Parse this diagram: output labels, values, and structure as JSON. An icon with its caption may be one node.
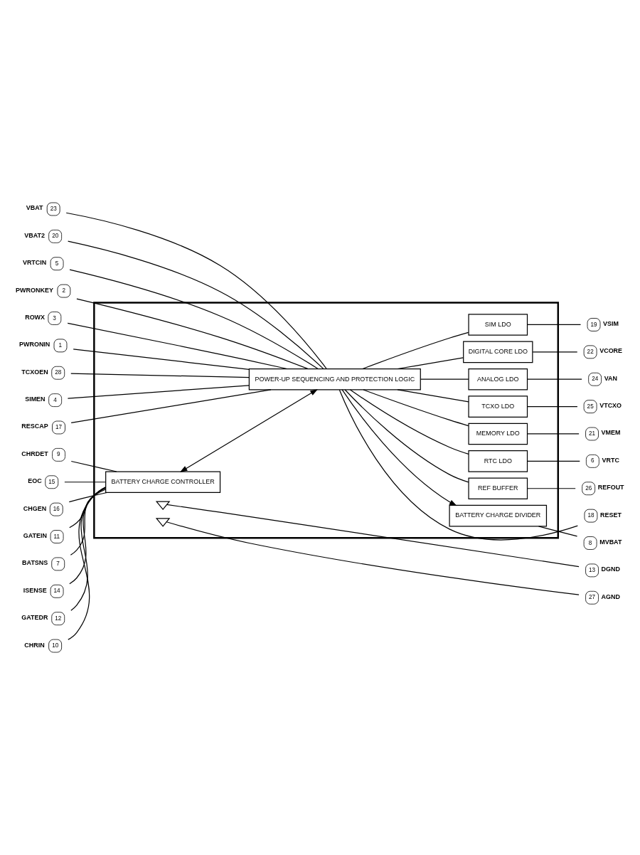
{
  "diagram": {
    "nodes": [
      {
        "text": [],
        "shape": "box"
      },
      {
        "text": [
          "POWER-UP SEQUENCING AND PROTECTION LOGIC"
        ],
        "in": 0
      },
      {
        "text": [
          "SIM LDO"
        ],
        "in": 0
      },
      {
        "text": [
          "DIGITAL CORE LDO"
        ],
        "in": 0
      },
      {
        "text": [
          "ANALOG LDO"
        ],
        "in": 0
      },
      {
        "text": [
          "TCXO LDO"
        ],
        "in": 0
      },
      {
        "text": [
          "MEMORY LDO"
        ],
        "in": 0
      },
      {
        "text": [
          "RTC LDO"
        ],
        "in": 0
      },
      {
        "text": [
          "REF BUFFER"
        ],
        "in": 0
      },
      {
        "text": [
          "BATTERY CHARGE DIVIDER"
        ],
        "in": 0
      },
      {
        "text": [
          "BATTERY CHARGE CONTROLLER"
        ],
        "in": 0
      },
      {
        "text": [
          "23"
        ],
        "beside": [
          "VBAT"
        ]
      },
      {
        "text": [
          "20"
        ],
        "beside": [
          "VBAT2"
        ]
      },
      {
        "text": [
          "5"
        ],
        "beside": [
          "VRTCIN"
        ]
      },
      {
        "text": [
          "2"
        ],
        "beside": [
          "PWRONKEY"
        ]
      },
      {
        "text": [
          "3"
        ],
        "beside": [
          "ROWX"
        ]
      },
      {
        "text": [
          "1"
        ],
        "beside": [
          "PWRONIN"
        ]
      },
      {
        "text": [
          "28"
        ],
        "beside": [
          "TCXOEN"
        ]
      },
      {
        "text": [
          "4"
        ],
        "beside": [
          "SIMEN"
        ]
      },
      {
        "text": [
          "17"
        ],
        "beside": [
          "RESCAP"
        ]
      },
      {
        "text": [
          "9"
        ],
        "beside": [
          "CHRDET"
        ]
      },
      {
        "text": [
          "15"
        ],
        "beside": [
          "EOC"
        ]
      },
      {
        "text": [
          "16"
        ],
        "beside": [
          "CHGEN"
        ]
      },
      {
        "text": [
          "11"
        ],
        "beside": [
          "GATEIN"
        ]
      },
      {
        "text": [
          "7"
        ],
        "beside": [
          "BATSNS"
        ]
      },
      {
        "text": [
          "14"
        ],
        "beside": [
          "ISENSE"
        ]
      },
      {
        "text": [
          "12"
        ],
        "beside": [
          "GATEDR"
        ]
      },
      {
        "text": [
          "10"
        ],
        "beside": [
          "CHRIN"
        ]
      },
      {
        "text": [
          "19"
        ],
        "beside": [
          "VSIM"
        ]
      },
      {
        "text": [
          "22"
        ],
        "beside": [
          "VCORE"
        ]
      },
      {
        "text": [
          "24"
        ],
        "beside": [
          "VAN"
        ]
      },
      {
        "text": [
          "25"
        ],
        "beside": [
          "VTCXO"
        ]
      },
      {
        "text": [
          "21"
        ],
        "beside": [
          "VMEM"
        ]
      },
      {
        "text": [
          "6"
        ],
        "beside": [
          "VRTC"
        ]
      },
      {
        "text": [
          "26"
        ],
        "beside": [
          "REFOUT"
        ]
      },
      {
        "text": [
          "18"
        ],
        "beside": [
          "RESET"
        ]
      },
      {
        "text": [
          "8"
        ],
        "beside": [
          "MVBAT"
        ]
      },
      {
        "text": [
          "13"
        ],
        "beside": [
          "DGND"
        ]
      },
      {
        "text": [
          "27"
        ],
        "beside": [
          "AGND"
        ]
      },
      {
        "text": [],
        "shape": "ground",
        "in": 0
      },
      {
        "text": [],
        "shape": "ground",
        "in": 0
      }
    ],
    "edges": [
      {
        "from": 11,
        "to": 1,
        "arrow": "none"
      },
      {
        "from": 12,
        "to": 1,
        "arrow": "none"
      },
      {
        "from": 13,
        "to": 1,
        "arrow": "none"
      },
      {
        "from": 14,
        "to": 1,
        "arrow": "none"
      },
      {
        "from": 15,
        "to": 1,
        "arrow": "none"
      },
      {
        "from": 16,
        "to": 1,
        "arrow": "none"
      },
      {
        "from": 17,
        "to": 1,
        "arrow": "none"
      },
      {
        "from": 18,
        "to": 1,
        "arrow": "none"
      },
      {
        "from": 19,
        "to": 1,
        "arrow": "none"
      },
      {
        "from": 20,
        "to": 10,
        "arrow": "none"
      },
      {
        "from": 21,
        "to": 10,
        "arrow": "none"
      },
      {
        "from": 22,
        "to": 10,
        "arrow": "none"
      },
      {
        "from": 23,
        "to": 10,
        "arrow": "none"
      },
      {
        "from": 24,
        "to": 10,
        "arrow": "none"
      },
      {
        "from": 25,
        "to": 10,
        "arrow": "none"
      },
      {
        "from": 26,
        "to": 10,
        "arrow": "none"
      },
      {
        "from": 27,
        "to": 10,
        "arrow": "none"
      },
      {
        "from": 1,
        "to": 2,
        "arrow": "none"
      },
      {
        "from": 1,
        "to": 3,
        "arrow": "none"
      },
      {
        "from": 1,
        "to": 4,
        "arrow": "none"
      },
      {
        "from": 1,
        "to": 5,
        "arrow": "none"
      },
      {
        "from": 1,
        "to": 6,
        "arrow": "none"
      },
      {
        "from": 1,
        "to": 7,
        "arrow": "none"
      },
      {
        "from": 1,
        "to": 8,
        "arrow": "none"
      },
      {
        "from": 2,
        "to": 28,
        "arrow": "none"
      },
      {
        "from": 3,
        "to": 29,
        "arrow": "none"
      },
      {
        "from": 4,
        "to": 30,
        "arrow": "none"
      },
      {
        "from": 5,
        "to": 31,
        "arrow": "none"
      },
      {
        "from": 6,
        "to": 32,
        "arrow": "none"
      },
      {
        "from": 7,
        "to": 33,
        "arrow": "none"
      },
      {
        "from": 8,
        "to": 34,
        "arrow": "none"
      },
      {
        "from": 1,
        "to": 35,
        "arrow": "none"
      },
      {
        "from": 1,
        "to": 9,
        "arrow": "to"
      },
      {
        "from": 10,
        "to": 1,
        "arrow": "both"
      },
      {
        "from": 9,
        "to": 36,
        "arrow": "none"
      },
      {
        "from": 39,
        "to": 37,
        "arrow": "none"
      },
      {
        "from": 40,
        "to": 38,
        "arrow": "none"
      }
    ]
  }
}
